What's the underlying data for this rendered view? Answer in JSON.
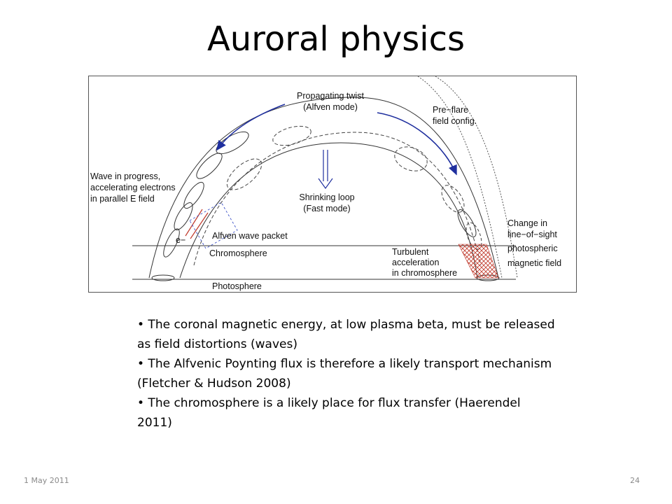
{
  "slide": {
    "title": "Auroral physics",
    "date": "1 May 2011",
    "page_number": "24"
  },
  "figure": {
    "labels": {
      "propagating_twist_1": "Propagating twist",
      "propagating_twist_2": "(Alfven mode)",
      "pre_flare_1": "Pre−flare",
      "pre_flare_2": "field config.",
      "wave_progress_1": "Wave in progress,",
      "wave_progress_2": "accelerating electrons",
      "wave_progress_3": "in parallel E field",
      "shrinking_loop_1": "Shrinking loop",
      "shrinking_loop_2": "(Fast mode)",
      "alfven_packet": "Alfven wave packet",
      "electron": "e−",
      "chromosphere": "Chromosphere",
      "turbulent_1": "Turbulent",
      "turbulent_2": "acceleration",
      "turbulent_3": "in chromosphere",
      "change_1": "Change in",
      "change_2": "line−of−sight",
      "change_3": "photospheric",
      "change_4": "magnetic field",
      "photosphere": "Photosphere"
    },
    "colors": {
      "arrow_blue": "#1f2f9e",
      "hatch_red": "#c0392b",
      "line": "#333333"
    }
  },
  "bullets": [
    "• The coronal magnetic energy, at low plasma beta, must be released as field distortions (waves)",
    "• The Alfvenic Poynting flux is therefore a likely transport mechanism (Fletcher & Hudson 2008)",
    "• The chromosphere is a likely place for flux transfer (Haerendel 2011)"
  ]
}
